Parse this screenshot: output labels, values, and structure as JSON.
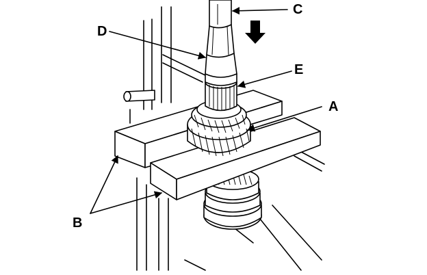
{
  "labels": {
    "A": "A",
    "B": "B",
    "C": "C",
    "D": "D",
    "E": "E"
  },
  "icons": {
    "press_direction": "arrow-down-icon"
  },
  "colors": {
    "line": "#000000",
    "background": "#ffffff"
  }
}
